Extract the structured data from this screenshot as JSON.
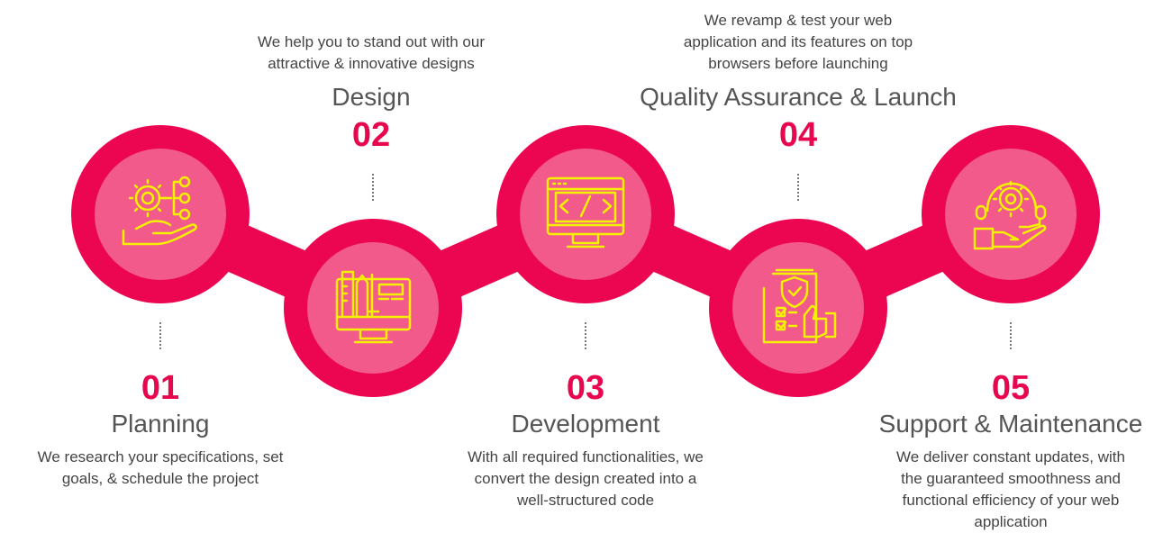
{
  "colors": {
    "outer": "#EC0651",
    "inner": "#F25A8B",
    "icon": "#F5F200",
    "number": "#E8074F"
  },
  "steps": [
    {
      "number": "01",
      "title": "Planning",
      "desc": [
        "We research your specifications, set",
        "goals, & schedule the project"
      ],
      "icon": "gear-hand-network-icon"
    },
    {
      "number": "02",
      "title": "Design",
      "desc": [
        "We help you to stand out with our",
        "attractive & innovative designs"
      ],
      "icon": "design-monitor-icon"
    },
    {
      "number": "03",
      "title": "Development",
      "desc": [
        "With all required functionalities, we",
        "convert the design created into a",
        "well-structured code"
      ],
      "icon": "code-monitor-icon"
    },
    {
      "number": "04",
      "title": "Quality Assurance & Launch",
      "desc": [
        "We revamp & test your web",
        "application and its features on top",
        "browsers before launching"
      ],
      "icon": "quality-shield-thumbsup-icon"
    },
    {
      "number": "05",
      "title": "Support & Maintenance",
      "desc": [
        "We deliver constant updates, with",
        "the guaranteed smoothness and",
        "functional efficiency of your web",
        "application"
      ],
      "icon": "support-headset-gear-icon"
    }
  ]
}
